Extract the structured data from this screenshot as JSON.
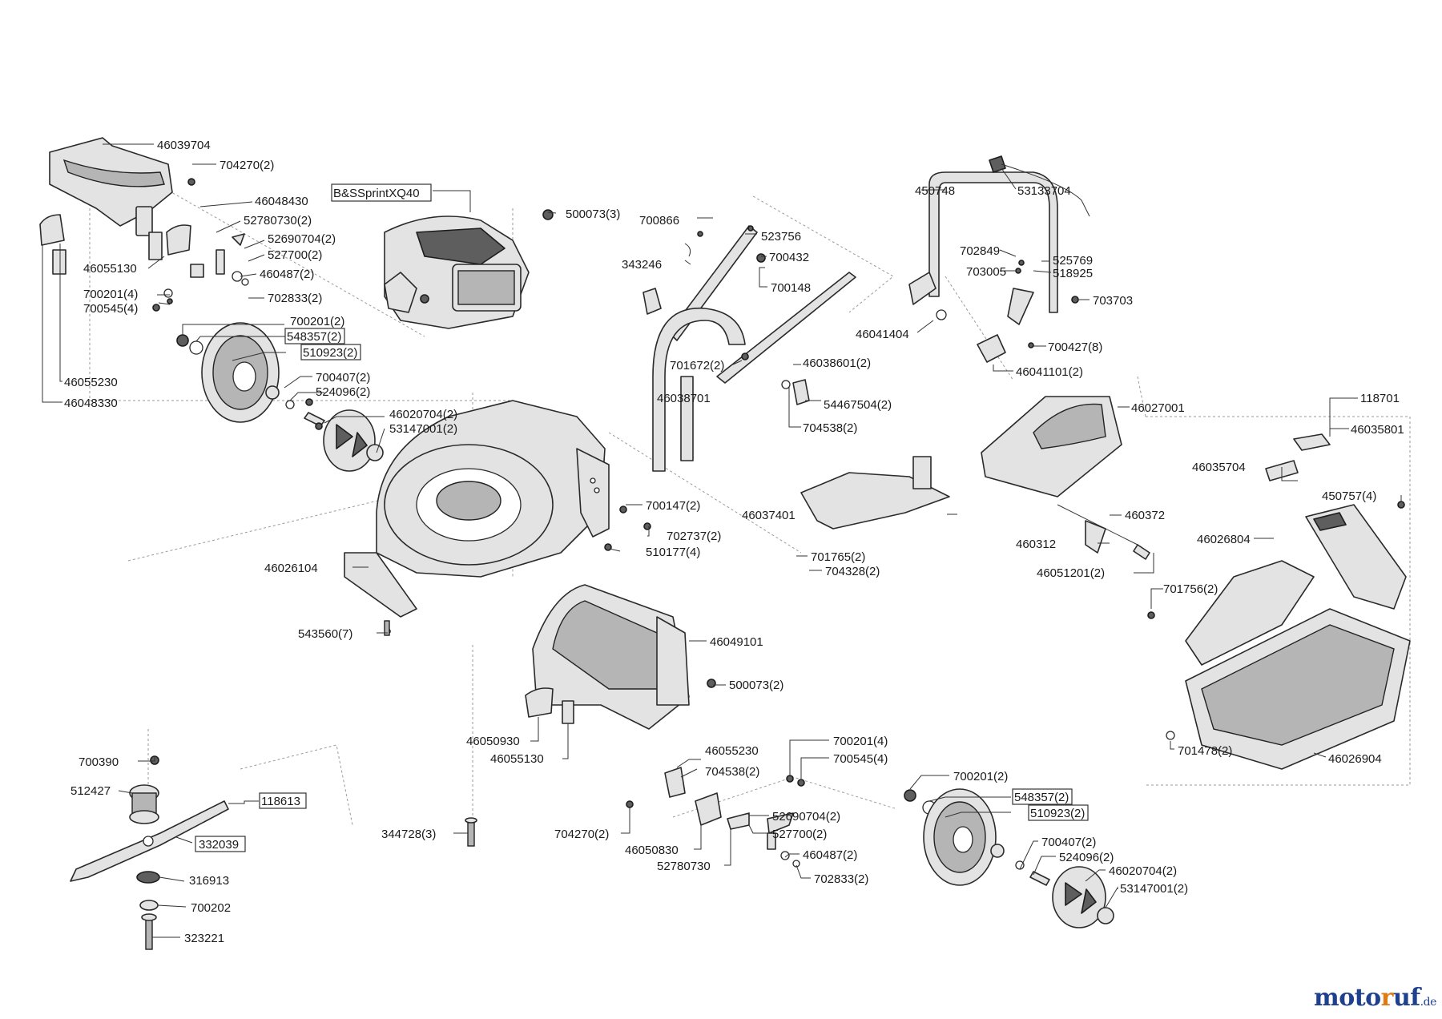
{
  "labels": [
    {
      "id": "p46039704",
      "text": "46039704",
      "boxed": false
    },
    {
      "id": "p704270a",
      "text": "704270(2)",
      "boxed": false
    },
    {
      "id": "p46048430",
      "text": "46048430",
      "boxed": false
    },
    {
      "id": "p52780730a",
      "text": "52780730(2)",
      "boxed": false
    },
    {
      "id": "p52690704a",
      "text": "52690704(2)",
      "boxed": false
    },
    {
      "id": "p527700a",
      "text": "527700(2)",
      "boxed": false
    },
    {
      "id": "p460487a",
      "text": "460487(2)",
      "boxed": false
    },
    {
      "id": "p46055130a",
      "text": "46055130",
      "boxed": false
    },
    {
      "id": "p700201a",
      "text": "700201(4)",
      "boxed": false
    },
    {
      "id": "p700545a",
      "text": "700545(4)",
      "boxed": false
    },
    {
      "id": "p702833a",
      "text": "702833(2)",
      "boxed": false
    },
    {
      "id": "p700201b",
      "text": "700201(2)",
      "boxed": false
    },
    {
      "id": "p548357a",
      "text": "548357(2)",
      "boxed": true
    },
    {
      "id": "p510923a",
      "text": "510923(2)",
      "boxed": true
    },
    {
      "id": "p700407a",
      "text": "700407(2)",
      "boxed": false
    },
    {
      "id": "p524096a",
      "text": "524096(2)",
      "boxed": false
    },
    {
      "id": "p46055230a",
      "text": "46055230",
      "boxed": false
    },
    {
      "id": "p46048330",
      "text": "46048330",
      "boxed": false
    },
    {
      "id": "p46020704a",
      "text": "46020704(2)",
      "boxed": false
    },
    {
      "id": "p53147001a",
      "text": "53147001(2)",
      "boxed": false
    },
    {
      "id": "pEngine",
      "text": "B&SSprintXQ40",
      "boxed": true
    },
    {
      "id": "p500073a",
      "text": "500073(3)",
      "boxed": false
    },
    {
      "id": "p700866",
      "text": "700866",
      "boxed": false
    },
    {
      "id": "p523756",
      "text": "523756",
      "boxed": false
    },
    {
      "id": "p700432",
      "text": "700432",
      "boxed": false
    },
    {
      "id": "p343246",
      "text": "343246",
      "boxed": false
    },
    {
      "id": "p700148",
      "text": "700148",
      "boxed": false
    },
    {
      "id": "p701672",
      "text": "701672(2)",
      "boxed": false
    },
    {
      "id": "p46038601",
      "text": "46038601(2)",
      "boxed": false
    },
    {
      "id": "p46038701",
      "text": "46038701",
      "boxed": false
    },
    {
      "id": "p54467504",
      "text": "54467504(2)",
      "boxed": false
    },
    {
      "id": "p704538a",
      "text": "704538(2)",
      "boxed": false
    },
    {
      "id": "p450748",
      "text": "450748",
      "boxed": false
    },
    {
      "id": "p53133704",
      "text": "53133704",
      "boxed": false
    },
    {
      "id": "p702849",
      "text": "702849",
      "boxed": false
    },
    {
      "id": "p525769",
      "text": "525769",
      "boxed": false
    },
    {
      "id": "p703005",
      "text": "703005",
      "boxed": false
    },
    {
      "id": "p518925",
      "text": "518925",
      "boxed": false
    },
    {
      "id": "p703703",
      "text": "703703",
      "boxed": false
    },
    {
      "id": "p46041404",
      "text": "46041404",
      "boxed": false
    },
    {
      "id": "p700427",
      "text": "700427(8)",
      "boxed": false
    },
    {
      "id": "p46041101",
      "text": "46041101(2)",
      "boxed": false
    },
    {
      "id": "p46027001",
      "text": "46027001",
      "boxed": false
    },
    {
      "id": "p118701",
      "text": "118701",
      "boxed": false
    },
    {
      "id": "p46035801",
      "text": "46035801",
      "boxed": false
    },
    {
      "id": "p46035704",
      "text": "46035704",
      "boxed": false
    },
    {
      "id": "p450757",
      "text": "450757(4)",
      "boxed": false
    },
    {
      "id": "p46026804",
      "text": "46026804",
      "boxed": false
    },
    {
      "id": "p460372",
      "text": "460372",
      "boxed": false
    },
    {
      "id": "p460312",
      "text": "460312",
      "boxed": false
    },
    {
      "id": "p46051201",
      "text": "46051201(2)",
      "boxed": false
    },
    {
      "id": "p701756",
      "text": "701756(2)",
      "boxed": false
    },
    {
      "id": "p701478",
      "text": "701478(2)",
      "boxed": false
    },
    {
      "id": "p46026904",
      "text": "46026904",
      "boxed": false
    },
    {
      "id": "p46037401",
      "text": "46037401",
      "boxed": false
    },
    {
      "id": "p700147",
      "text": "700147(2)",
      "boxed": false
    },
    {
      "id": "p702737",
      "text": "702737(2)",
      "boxed": false
    },
    {
      "id": "p510177",
      "text": "510177(4)",
      "boxed": false
    },
    {
      "id": "p701765",
      "text": "701765(2)",
      "boxed": false
    },
    {
      "id": "p704328",
      "text": "704328(2)",
      "boxed": false
    },
    {
      "id": "p46026104",
      "text": "46026104",
      "boxed": false
    },
    {
      "id": "p543560",
      "text": "543560(7)",
      "boxed": false
    },
    {
      "id": "p46049101",
      "text": "46049101",
      "boxed": false
    },
    {
      "id": "p500073b",
      "text": "500073(2)",
      "boxed": false
    },
    {
      "id": "p46050930",
      "text": "46050930",
      "boxed": false
    },
    {
      "id": "p46055130b",
      "text": "46055130",
      "boxed": false
    },
    {
      "id": "p46055230b",
      "text": "46055230",
      "boxed": false
    },
    {
      "id": "p704538b",
      "text": "704538(2)",
      "boxed": false
    },
    {
      "id": "p700201c",
      "text": "700201(4)",
      "boxed": false
    },
    {
      "id": "p700545b",
      "text": "700545(4)",
      "boxed": false
    },
    {
      "id": "p700201d",
      "text": "700201(2)",
      "boxed": false
    },
    {
      "id": "p548357b",
      "text": "548357(2)",
      "boxed": true
    },
    {
      "id": "p510923b",
      "text": "510923(2)",
      "boxed": true
    },
    {
      "id": "p52690704b",
      "text": "52690704(2)",
      "boxed": false
    },
    {
      "id": "p527700b",
      "text": "527700(2)",
      "boxed": false
    },
    {
      "id": "p460487b",
      "text": "460487(2)",
      "boxed": false
    },
    {
      "id": "p702833b",
      "text": "702833(2)",
      "boxed": false
    },
    {
      "id": "p700407b",
      "text": "700407(2)",
      "boxed": false
    },
    {
      "id": "p524096b",
      "text": "524096(2)",
      "boxed": false
    },
    {
      "id": "p46020704b",
      "text": "46020704(2)",
      "boxed": false
    },
    {
      "id": "p53147001b",
      "text": "53147001(2)",
      "boxed": false
    },
    {
      "id": "p704270b",
      "text": "704270(2)",
      "boxed": false
    },
    {
      "id": "p46050830",
      "text": "46050830",
      "boxed": false
    },
    {
      "id": "p52780730b",
      "text": "52780730",
      "boxed": false
    },
    {
      "id": "p344728",
      "text": "344728(3)",
      "boxed": false
    },
    {
      "id": "p700390",
      "text": "700390",
      "boxed": false
    },
    {
      "id": "p512427",
      "text": "512427",
      "boxed": false
    },
    {
      "id": "p118613",
      "text": "118613",
      "boxed": true
    },
    {
      "id": "p332039",
      "text": "332039",
      "boxed": true
    },
    {
      "id": "p316913",
      "text": "316913",
      "boxed": false
    },
    {
      "id": "p700202",
      "text": "700202",
      "boxed": false
    },
    {
      "id": "p323221",
      "text": "323221",
      "boxed": false
    }
  ],
  "logo": {
    "main_a": "moto",
    "main_u": "r",
    "main_b": "uf",
    "ext": ".de"
  }
}
